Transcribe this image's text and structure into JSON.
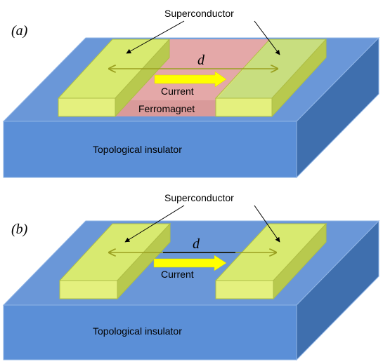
{
  "panel_a": {
    "tag": "(a)",
    "superconductor_label": "Superconductor",
    "distance_label": "d",
    "current_label": "Current",
    "ferromagnet_label": "Ferromagnet",
    "substrate_label": "Topological insulator"
  },
  "panel_b": {
    "tag": "(b)",
    "superconductor_label": "Superconductor",
    "distance_label": "d",
    "current_label": "Current",
    "substrate_label": "Topological insulator"
  },
  "colors": {
    "ti_top": "#6a97d8",
    "ti_front": "#5b8fd7",
    "ti_side": "#3f6fae",
    "sc_top": "#d8ea70",
    "sc_front": "#e4f07e",
    "sc_side": "#b8c94e",
    "ferromagnet": "#e4a8a8",
    "current_arrow": "#ffff00",
    "d_arrow": "#9aa020"
  }
}
